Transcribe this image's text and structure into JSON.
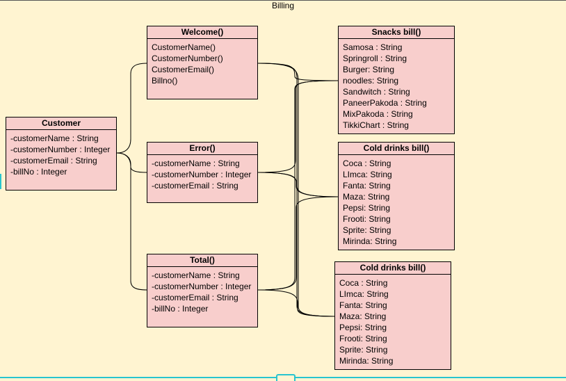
{
  "diagram": {
    "title": "Billing",
    "classes": [
      {
        "id": "customer",
        "name": "Customer",
        "members": [
          "-customerName : String",
          "-customerNumber : Integer",
          "-customerEmail : String",
          "-billNo : Integer"
        ]
      },
      {
        "id": "welcome",
        "name": "Welcome()",
        "members": [
          "CustomerName()",
          "CustomerNumber()",
          "CustomerEmail()",
          "Billno()"
        ]
      },
      {
        "id": "error",
        "name": "Error()",
        "members": [
          "-customerName : String",
          "-customerNumber : Integer",
          "-customerEmail : String"
        ]
      },
      {
        "id": "total",
        "name": "Total()",
        "members": [
          "-customerName : String",
          "-customerNumber : Integer",
          "-customerEmail : String",
          "-billNo : Integer"
        ]
      },
      {
        "id": "snacks",
        "name": "Snacks bill()",
        "members": [
          "Samosa : String",
          "Springroll : String",
          "Burger: String",
          "noodles: String",
          "Sandwitch : String",
          "PaneerPakoda : String",
          "MixPakoda : String",
          "TikkiChart : String"
        ]
      },
      {
        "id": "cold1",
        "name": "Cold drinks bill()",
        "members": [
          "Coca : String",
          "LImca: String",
          "Fanta: String",
          "Maza: String",
          "Pepsi: String",
          "Frooti: String",
          "Sprite: String",
          "Mirinda: String"
        ]
      },
      {
        "id": "cold2",
        "name": "Cold drinks bill()",
        "members": [
          "Coca : String",
          "LImca: String",
          "Fanta: String",
          "Maza: String",
          "Pepsi: String",
          "Frooti: String",
          "Sprite: String",
          "Mirinda: String"
        ]
      }
    ]
  }
}
